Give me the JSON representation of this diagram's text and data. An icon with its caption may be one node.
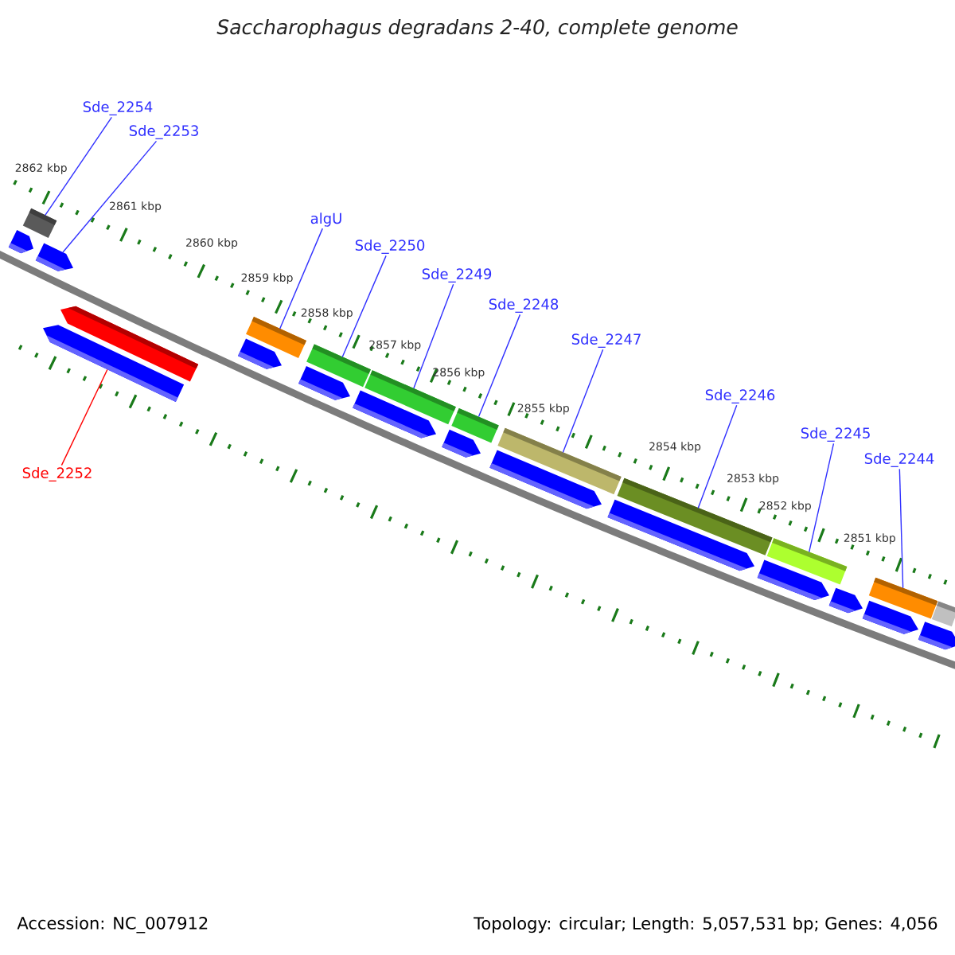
{
  "diagram": {
    "title": "Saccharophagus degradans 2-40, complete genome",
    "nodes": [
      {
        "text": [
          "Sde_2254"
        ]
      },
      {
        "text": [],
        "shape": "bar"
      },
      {
        "text": [
          "Sde_2253"
        ]
      },
      {
        "text": [],
        "shape": "arrow"
      },
      {
        "text": [
          "algU"
        ]
      },
      {
        "text": [],
        "shape": "bar"
      },
      {
        "text": [
          "Sde_2250"
        ]
      },
      {
        "text": [],
        "shape": "bar"
      },
      {
        "text": [
          "Sde_2249"
        ]
      },
      {
        "text": [],
        "shape": "bar"
      },
      {
        "text": [
          "Sde_2248"
        ]
      },
      {
        "text": [],
        "shape": "bar"
      },
      {
        "text": [
          "Sde_2247"
        ]
      },
      {
        "text": [],
        "shape": "bar"
      },
      {
        "text": [
          "Sde_2246"
        ]
      },
      {
        "text": [],
        "shape": "bar"
      },
      {
        "text": [
          "Sde_2245"
        ]
      },
      {
        "text": [],
        "shape": "bar"
      },
      {
        "text": [
          "Sde_2244"
        ]
      },
      {
        "text": [],
        "shape": "bar"
      },
      {
        "text": [
          "Sde_2252"
        ]
      },
      {
        "text": [],
        "shape": "arrow"
      },
      {
        "text": [],
        "shape": "arrow"
      },
      {
        "text": [],
        "shape": "arrow"
      },
      {
        "text": [],
        "shape": "arrow"
      },
      {
        "text": [],
        "shape": "arrow"
      },
      {
        "text": [],
        "shape": "arrow"
      },
      {
        "text": [],
        "shape": "arrow"
      },
      {
        "text": [],
        "shape": "arrow"
      },
      {
        "text": [],
        "shape": "arrow"
      },
      {
        "text": [],
        "shape": "arrow"
      },
      {
        "text": [],
        "shape": "arrow"
      },
      {
        "text": [],
        "shape": "arrow"
      },
      {
        "text": [],
        "shape": "arrow"
      },
      {
        "text": [],
        "shape": "bar"
      }
    ],
    "edges": [
      {
        "from": 0,
        "to": 1,
        "arrow": "none"
      },
      {
        "from": 2,
        "to": 3,
        "arrow": "none"
      },
      {
        "from": 4,
        "to": 5,
        "arrow": "none"
      },
      {
        "from": 6,
        "to": 7,
        "arrow": "none"
      },
      {
        "from": 8,
        "to": 9,
        "arrow": "none"
      },
      {
        "from": 10,
        "to": 11,
        "arrow": "none"
      },
      {
        "from": 12,
        "to": 13,
        "arrow": "none"
      },
      {
        "from": 14,
        "to": 15,
        "arrow": "none"
      },
      {
        "from": 16,
        "to": 17,
        "arrow": "none"
      },
      {
        "from": 18,
        "to": 19,
        "arrow": "none"
      },
      {
        "from": 20,
        "to": 21,
        "arrow": "none",
        "color": "#ff0000"
      }
    ],
    "labels": [
      "2862 kbp",
      "2861 kbp",
      "2860 kbp",
      "2859 kbp",
      "2858 kbp",
      "2857 kbp",
      "2856 kbp",
      "2855 kbp",
      "2854 kbp",
      "2853 kbp",
      "2852 kbp",
      "2851 kbp",
      "Accession: NC_007912",
      "Topology: circular; Length: 5,057,531 bp; Genes: 4,056"
    ]
  }
}
